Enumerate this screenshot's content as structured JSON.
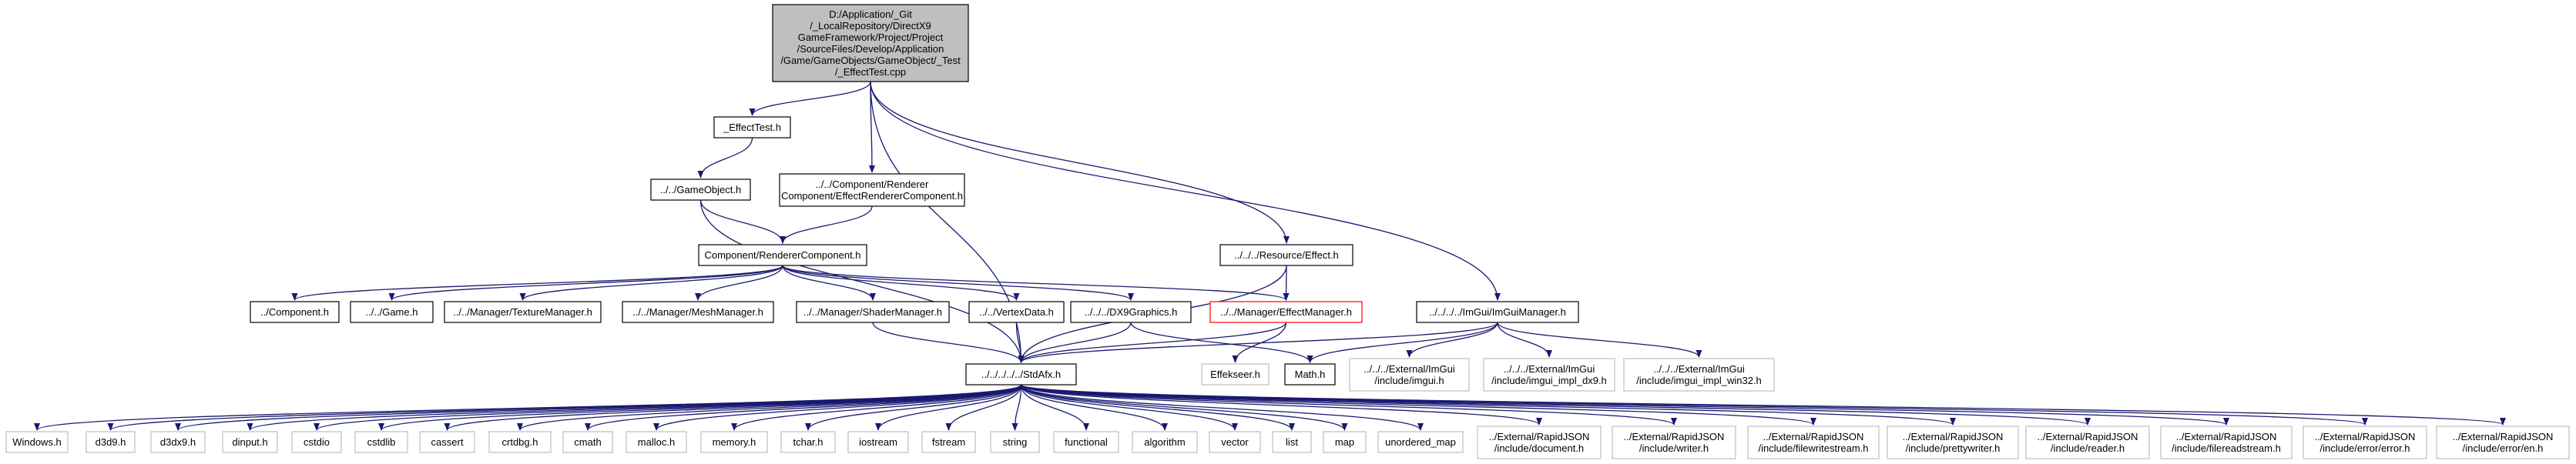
{
  "colors": {
    "edge": "#191970",
    "root_fill": "#bfbfbf",
    "node_stroke": "#000000",
    "external_stroke": "#bfbfbf",
    "highlight_stroke": "#ff0000",
    "background": "#ffffff"
  },
  "nodes": [
    {
      "id": "root",
      "kind": "root",
      "lines": [
        "D:/Application/_Git",
        "/_LocalRepository/DirectX9",
        "GameFramework/Project/Project",
        "/SourceFiles/Develop/Application",
        "/Game/GameObjects/GameObject/_Test",
        "/_EffectTest.cpp"
      ]
    },
    {
      "id": "effecttest_h",
      "kind": "normal",
      "lines": [
        "_EffectTest.h"
      ]
    },
    {
      "id": "gameobject_h",
      "kind": "normal",
      "lines": [
        "../../GameObject.h"
      ]
    },
    {
      "id": "effectrenderer_h",
      "kind": "normal",
      "lines": [
        "../../Component/Renderer",
        "Component/EffectRendererComponent.h"
      ]
    },
    {
      "id": "renderercomponent_h",
      "kind": "normal",
      "lines": [
        "Component/RendererComponent.h"
      ]
    },
    {
      "id": "resource_effect_h",
      "kind": "normal",
      "lines": [
        "../../../Resource/Effect.h"
      ]
    },
    {
      "id": "imguimanager_h",
      "kind": "normal",
      "lines": [
        "../../../../ImGui/ImGuiManager.h"
      ]
    },
    {
      "id": "component_h",
      "kind": "normal",
      "lines": [
        "../Component.h"
      ]
    },
    {
      "id": "game_h",
      "kind": "normal",
      "lines": [
        "../../Game.h"
      ]
    },
    {
      "id": "texturemanager_h",
      "kind": "normal",
      "lines": [
        "../../Manager/TextureManager.h"
      ]
    },
    {
      "id": "meshmanager_h",
      "kind": "normal",
      "lines": [
        "../../Manager/MeshManager.h"
      ]
    },
    {
      "id": "shadermanager_h",
      "kind": "normal",
      "lines": [
        "../../Manager/ShaderManager.h"
      ]
    },
    {
      "id": "vertexdata_h",
      "kind": "normal",
      "lines": [
        "../../VertexData.h"
      ]
    },
    {
      "id": "dx9graphics_h",
      "kind": "normal",
      "lines": [
        "../../../DX9Graphics.h"
      ]
    },
    {
      "id": "effectmanager_h",
      "kind": "highlight",
      "lines": [
        "../../Manager/EffectManager.h"
      ]
    },
    {
      "id": "imgui_h",
      "kind": "external",
      "lines": [
        "../../../External/ImGui",
        "/include/imgui.h"
      ]
    },
    {
      "id": "imgui_dx9_h",
      "kind": "external",
      "lines": [
        "../../../External/ImGui",
        "/include/imgui_impl_dx9.h"
      ]
    },
    {
      "id": "imgui_win32_h",
      "kind": "external",
      "lines": [
        "../../../External/ImGui",
        "/include/imgui_impl_win32.h"
      ]
    },
    {
      "id": "stdafx_h",
      "kind": "normal",
      "lines": [
        "../../../../../StdAfx.h"
      ]
    },
    {
      "id": "effekseer_h",
      "kind": "external",
      "lines": [
        "Effekseer.h"
      ]
    },
    {
      "id": "math_h",
      "kind": "normal",
      "lines": [
        "Math.h"
      ]
    },
    {
      "id": "windows_h",
      "kind": "external",
      "lines": [
        "Windows.h"
      ]
    },
    {
      "id": "d3d9_h",
      "kind": "external",
      "lines": [
        "d3d9.h"
      ]
    },
    {
      "id": "d3dx9_h",
      "kind": "external",
      "lines": [
        "d3dx9.h"
      ]
    },
    {
      "id": "dinput_h",
      "kind": "external",
      "lines": [
        "dinput.h"
      ]
    },
    {
      "id": "cstdio",
      "kind": "external",
      "lines": [
        "cstdio"
      ]
    },
    {
      "id": "cstdlib",
      "kind": "external",
      "lines": [
        "cstdlib"
      ]
    },
    {
      "id": "cassert",
      "kind": "external",
      "lines": [
        "cassert"
      ]
    },
    {
      "id": "crtdbg_h",
      "kind": "external",
      "lines": [
        "crtdbg.h"
      ]
    },
    {
      "id": "cmath",
      "kind": "external",
      "lines": [
        "cmath"
      ]
    },
    {
      "id": "malloc_h",
      "kind": "external",
      "lines": [
        "malloc.h"
      ]
    },
    {
      "id": "memory_h",
      "kind": "external",
      "lines": [
        "memory.h"
      ]
    },
    {
      "id": "tchar_h",
      "kind": "external",
      "lines": [
        "tchar.h"
      ]
    },
    {
      "id": "iostream",
      "kind": "external",
      "lines": [
        "iostream"
      ]
    },
    {
      "id": "fstream",
      "kind": "external",
      "lines": [
        "fstream"
      ]
    },
    {
      "id": "string",
      "kind": "external",
      "lines": [
        "string"
      ]
    },
    {
      "id": "functional",
      "kind": "external",
      "lines": [
        "functional"
      ]
    },
    {
      "id": "algorithm",
      "kind": "external",
      "lines": [
        "algorithm"
      ]
    },
    {
      "id": "vector",
      "kind": "external",
      "lines": [
        "vector"
      ]
    },
    {
      "id": "list",
      "kind": "external",
      "lines": [
        "list"
      ]
    },
    {
      "id": "map",
      "kind": "external",
      "lines": [
        "map"
      ]
    },
    {
      "id": "unordered_map",
      "kind": "external",
      "lines": [
        "unordered_map"
      ]
    },
    {
      "id": "rj_document_h",
      "kind": "external",
      "lines": [
        "../External/RapidJSON",
        "/include/document.h"
      ]
    },
    {
      "id": "rj_writer_h",
      "kind": "external",
      "lines": [
        "../External/RapidJSON",
        "/include/writer.h"
      ]
    },
    {
      "id": "rj_filewritestream_h",
      "kind": "external",
      "lines": [
        "../External/RapidJSON",
        "/include/filewritestream.h"
      ]
    },
    {
      "id": "rj_prettywriter_h",
      "kind": "external",
      "lines": [
        "../External/RapidJSON",
        "/include/prettywriter.h"
      ]
    },
    {
      "id": "rj_reader_h",
      "kind": "external",
      "lines": [
        "../External/RapidJSON",
        "/include/reader.h"
      ]
    },
    {
      "id": "rj_filereadstream_h",
      "kind": "external",
      "lines": [
        "../External/RapidJSON",
        "/include/filereadstream.h"
      ]
    },
    {
      "id": "rj_error_h",
      "kind": "external",
      "lines": [
        "../External/RapidJSON",
        "/include/error/error.h"
      ]
    },
    {
      "id": "rj_en_h",
      "kind": "external",
      "lines": [
        "../External/RapidJSON",
        "/include/error/en.h"
      ]
    }
  ],
  "edges": [
    [
      "root",
      "effecttest_h"
    ],
    [
      "root",
      "effectrenderer_h"
    ],
    [
      "root",
      "stdafx_h"
    ],
    [
      "root",
      "resource_effect_h"
    ],
    [
      "root",
      "imguimanager_h"
    ],
    [
      "effecttest_h",
      "gameobject_h"
    ],
    [
      "gameobject_h",
      "renderercomponent_h"
    ],
    [
      "gameobject_h",
      "stdafx_h"
    ],
    [
      "effectrenderer_h",
      "renderercomponent_h"
    ],
    [
      "renderercomponent_h",
      "component_h"
    ],
    [
      "renderercomponent_h",
      "game_h"
    ],
    [
      "renderercomponent_h",
      "texturemanager_h"
    ],
    [
      "renderercomponent_h",
      "meshmanager_h"
    ],
    [
      "renderercomponent_h",
      "shadermanager_h"
    ],
    [
      "renderercomponent_h",
      "vertexdata_h"
    ],
    [
      "renderercomponent_h",
      "dx9graphics_h"
    ],
    [
      "renderercomponent_h",
      "effectmanager_h"
    ],
    [
      "resource_effect_h",
      "effectmanager_h"
    ],
    [
      "resource_effect_h",
      "stdafx_h"
    ],
    [
      "imguimanager_h",
      "stdafx_h"
    ],
    [
      "imguimanager_h",
      "math_h"
    ],
    [
      "imguimanager_h",
      "imgui_h"
    ],
    [
      "imguimanager_h",
      "imgui_dx9_h"
    ],
    [
      "imguimanager_h",
      "imgui_win32_h"
    ],
    [
      "shadermanager_h",
      "stdafx_h"
    ],
    [
      "vertexdata_h",
      "stdafx_h"
    ],
    [
      "dx9graphics_h",
      "stdafx_h"
    ],
    [
      "dx9graphics_h",
      "math_h"
    ],
    [
      "effectmanager_h",
      "stdafx_h"
    ],
    [
      "effectmanager_h",
      "effekseer_h"
    ],
    [
      "stdafx_h",
      "windows_h"
    ],
    [
      "stdafx_h",
      "d3d9_h"
    ],
    [
      "stdafx_h",
      "d3dx9_h"
    ],
    [
      "stdafx_h",
      "dinput_h"
    ],
    [
      "stdafx_h",
      "cstdio"
    ],
    [
      "stdafx_h",
      "cstdlib"
    ],
    [
      "stdafx_h",
      "cassert"
    ],
    [
      "stdafx_h",
      "crtdbg_h"
    ],
    [
      "stdafx_h",
      "cmath"
    ],
    [
      "stdafx_h",
      "malloc_h"
    ],
    [
      "stdafx_h",
      "memory_h"
    ],
    [
      "stdafx_h",
      "tchar_h"
    ],
    [
      "stdafx_h",
      "iostream"
    ],
    [
      "stdafx_h",
      "fstream"
    ],
    [
      "stdafx_h",
      "string"
    ],
    [
      "stdafx_h",
      "functional"
    ],
    [
      "stdafx_h",
      "algorithm"
    ],
    [
      "stdafx_h",
      "vector"
    ],
    [
      "stdafx_h",
      "list"
    ],
    [
      "stdafx_h",
      "map"
    ],
    [
      "stdafx_h",
      "unordered_map"
    ],
    [
      "stdafx_h",
      "rj_document_h"
    ],
    [
      "stdafx_h",
      "rj_writer_h"
    ],
    [
      "stdafx_h",
      "rj_filewritestream_h"
    ],
    [
      "stdafx_h",
      "rj_prettywriter_h"
    ],
    [
      "stdafx_h",
      "rj_reader_h"
    ],
    [
      "stdafx_h",
      "rj_filereadstream_h"
    ],
    [
      "stdafx_h",
      "rj_error_h"
    ],
    [
      "stdafx_h",
      "rj_en_h"
    ]
  ]
}
